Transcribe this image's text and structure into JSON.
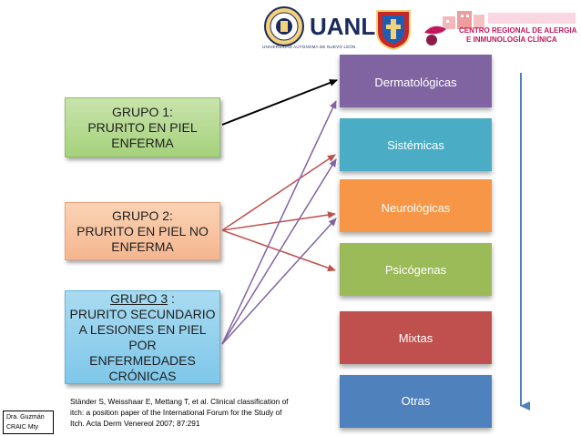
{
  "header": {
    "uanl_logo_text": "UANL",
    "uanl_logo_subtext": "UNIVERSIDAD AUTÓNOMA DE NUEVO LEÓN",
    "craic_logo_line1": "CENTRO REGIONAL DE ALERGIA",
    "craic_logo_line2": "E INMUNOLOGÍA CLÍNICA"
  },
  "groups": [
    {
      "lines": [
        "GRUPO 1:",
        "PRURITO EN PIEL",
        "ENFERMA"
      ]
    },
    {
      "lines": [
        "GRUPO 2:",
        "PRURITO EN PIEL NO",
        "ENFERMA"
      ]
    },
    {
      "heading": "GRUPO 3",
      "heading_suffix": " :",
      "lines": [
        "PRURITO SECUNDARIO",
        "A LESIONES EN PIEL POR",
        "ENFERMEDADES",
        "CRÓNICAS"
      ]
    }
  ],
  "categories": [
    {
      "label": "Dermatológicas",
      "color": "#8064a2"
    },
    {
      "label": "Sistémicas",
      "color": "#4bacc6"
    },
    {
      "label": "Neurológicas",
      "color": "#f79646"
    },
    {
      "label": "Psicógenas",
      "color": "#9bbb59"
    },
    {
      "label": "Mixtas",
      "color": "#c0504d"
    },
    {
      "label": "Otras",
      "color": "#4f81bd"
    }
  ],
  "arrow_colors": {
    "group1": "#000000",
    "group2": "#c0504d",
    "group3": "#8064a2",
    "side": "#4f81bd"
  },
  "reference": {
    "lines": [
      "Ständer S, Weisshaar E, Mettang T, et al. Clinical classification of",
      "itch: a position paper of the International Forum for the Study of",
      "Itch. Acta Derm Venereol 2007; 87:291"
    ]
  },
  "author": {
    "lines": [
      "Dra. Guzmán",
      "CRAIC Mty"
    ]
  }
}
